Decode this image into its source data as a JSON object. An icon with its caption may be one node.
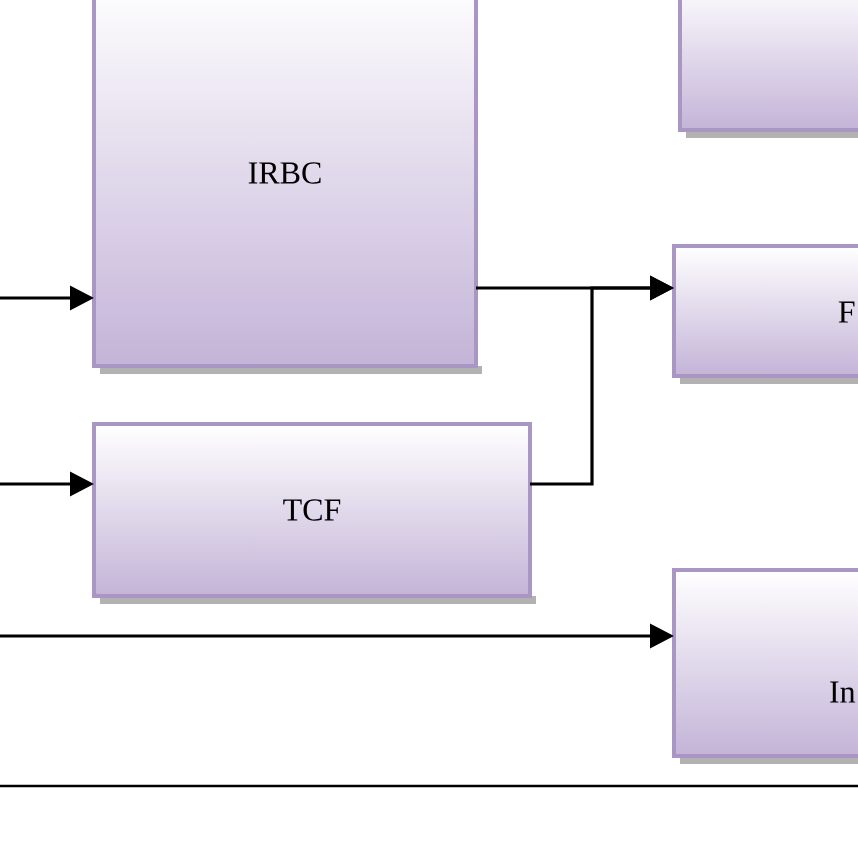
{
  "diagram": {
    "nodes": [
      {
        "text": [
          "IRBC"
        ]
      },
      {
        "text": [],
        "shape": "box"
      },
      {
        "text": [
          "F"
        ]
      },
      {
        "text": [
          "TCF"
        ]
      },
      {
        "text": [
          "In"
        ]
      }
    ],
    "edges": [
      {
        "from": null,
        "to": 0,
        "arrow": "to"
      },
      {
        "from": null,
        "to": 3,
        "arrow": "to"
      },
      {
        "from": null,
        "to": 4,
        "arrow": "to"
      },
      {
        "from": 0,
        "to": 2,
        "arrow": "to"
      },
      {
        "from": 3,
        "to": 2,
        "arrow": "to"
      }
    ]
  }
}
